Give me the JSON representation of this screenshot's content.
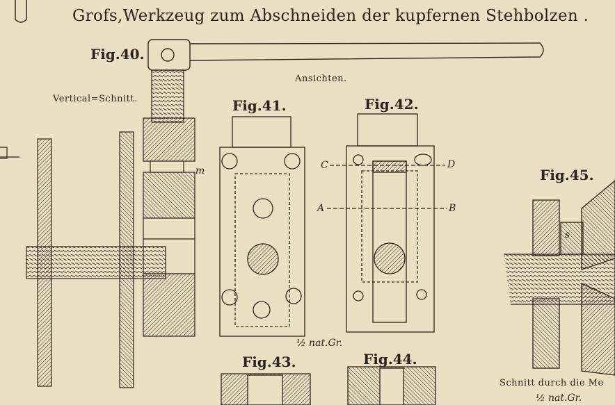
{
  "title": "Grofs,Werkzeug zum Abschneiden der kupfernen Stehbolzen .",
  "labels": {
    "fig40": "Fig.40.",
    "fig41": "Fig.41.",
    "fig42": "Fig.42.",
    "fig43": "Fig.43.",
    "fig44": "Fig.44.",
    "fig45": "Fig.45.",
    "ansichten": "Ansichten.",
    "vertical": "Vertical=Schnitt.",
    "scale_half_1": "½ nat.Gr.",
    "scale_half_2": "½ nat.Gr.",
    "schnitt": "Schnitt durch die Me",
    "mark_m": "m",
    "mark_C": "C",
    "mark_D": "D",
    "mark_A": "A",
    "mark_B": "B",
    "mark_s": "s"
  },
  "colors": {
    "paper": "#ece0c4",
    "ink": "#2b241c"
  }
}
